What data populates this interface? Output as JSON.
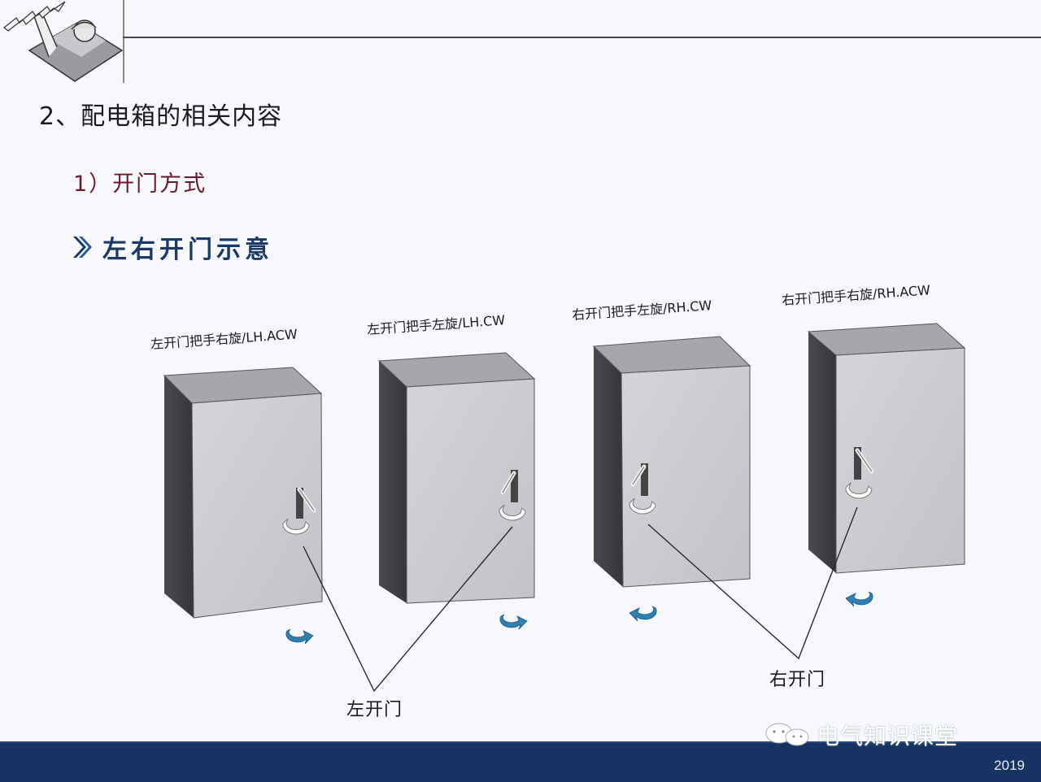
{
  "header": {
    "logo_icon": "electrician-with-lightning-icon"
  },
  "title": "2、配电箱的相关内容",
  "subtitle": "1）开门方式",
  "section": {
    "icon": "double-chevron-right-icon",
    "label": "左右开门示意"
  },
  "cabinets": [
    {
      "label": "左开门把手右旋/LH.ACW",
      "door": "left",
      "rotation": "anticlockwise"
    },
    {
      "label": "左开门把手左旋/LH.CW",
      "door": "left",
      "rotation": "clockwise"
    },
    {
      "label": "右开门把手左旋/RH.CW",
      "door": "right",
      "rotation": "clockwise"
    },
    {
      "label": "右开门把手右旋/RH.ACW",
      "door": "right",
      "rotation": "anticlockwise"
    }
  ],
  "callouts": {
    "left_door": "左开门",
    "right_door": "右开门"
  },
  "footer": {
    "watermark": "电气知识课堂",
    "watermark_icon": "wechat-icon",
    "year": "2019"
  },
  "colors": {
    "title": "#1a1a22",
    "subtitle": "#6a1a2e",
    "section": "#1b3a66",
    "footer_bg": "#163462",
    "rotation_arrow": "#2f7fb0"
  }
}
